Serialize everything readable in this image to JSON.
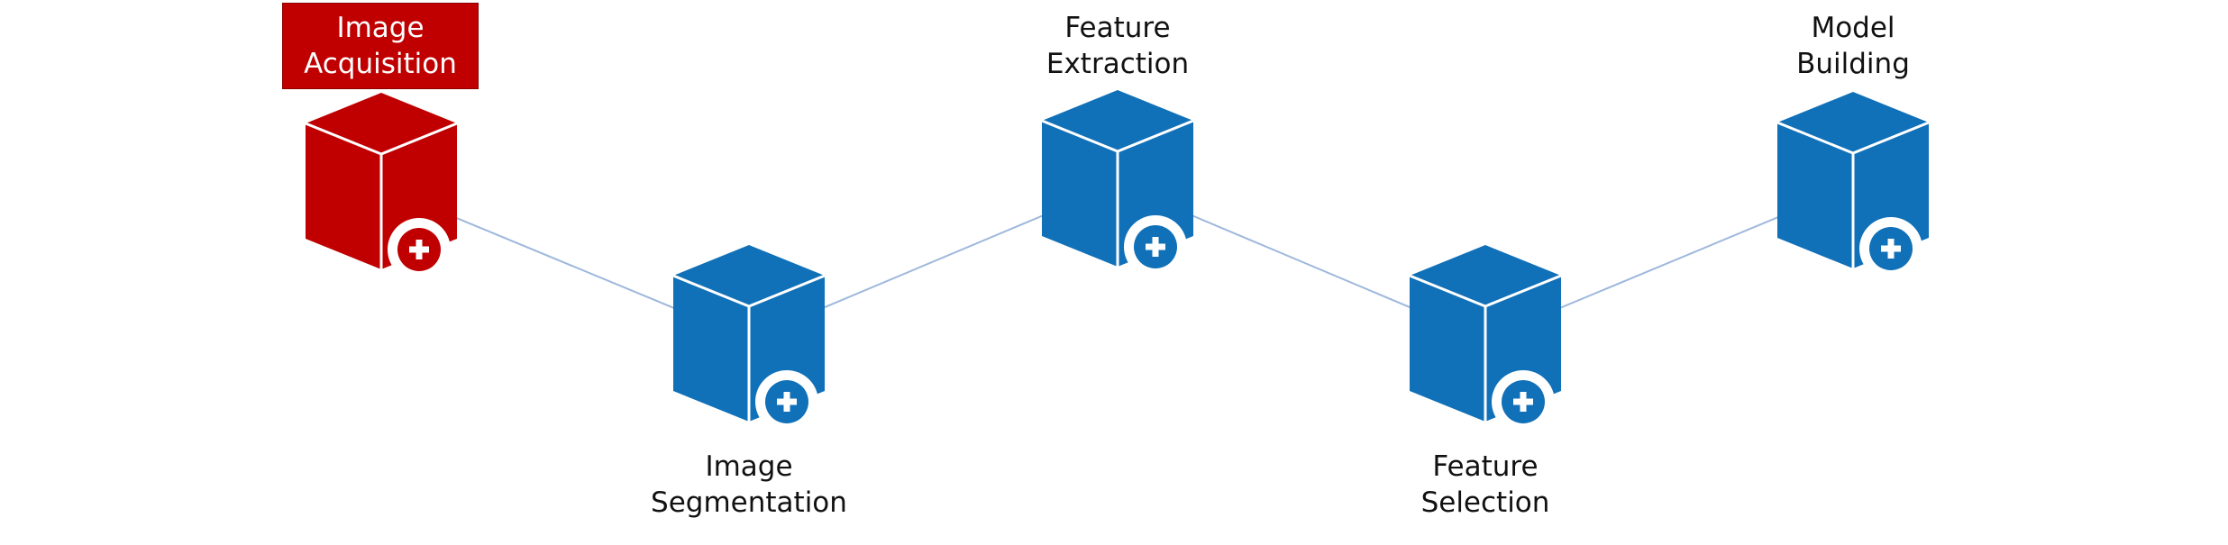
{
  "colors": {
    "highlight": "#c00000",
    "normal": "#1070b8",
    "connector": "#9fb8dc",
    "label_text": "#111111"
  },
  "nodes": [
    {
      "line1": "Image",
      "line2": "Acquisition",
      "highlighted": true,
      "icon": "plus-circle-icon"
    },
    {
      "line1": "Image",
      "line2": "Segmentation",
      "highlighted": false,
      "icon": "plus-circle-icon"
    },
    {
      "line1": "Feature",
      "line2": "Extraction",
      "highlighted": false,
      "icon": "plus-circle-icon"
    },
    {
      "line1": "Feature",
      "line2": "Selection",
      "highlighted": false,
      "icon": "plus-circle-icon"
    },
    {
      "line1": "Model",
      "line2": "Building",
      "highlighted": false,
      "icon": "plus-circle-icon"
    }
  ]
}
